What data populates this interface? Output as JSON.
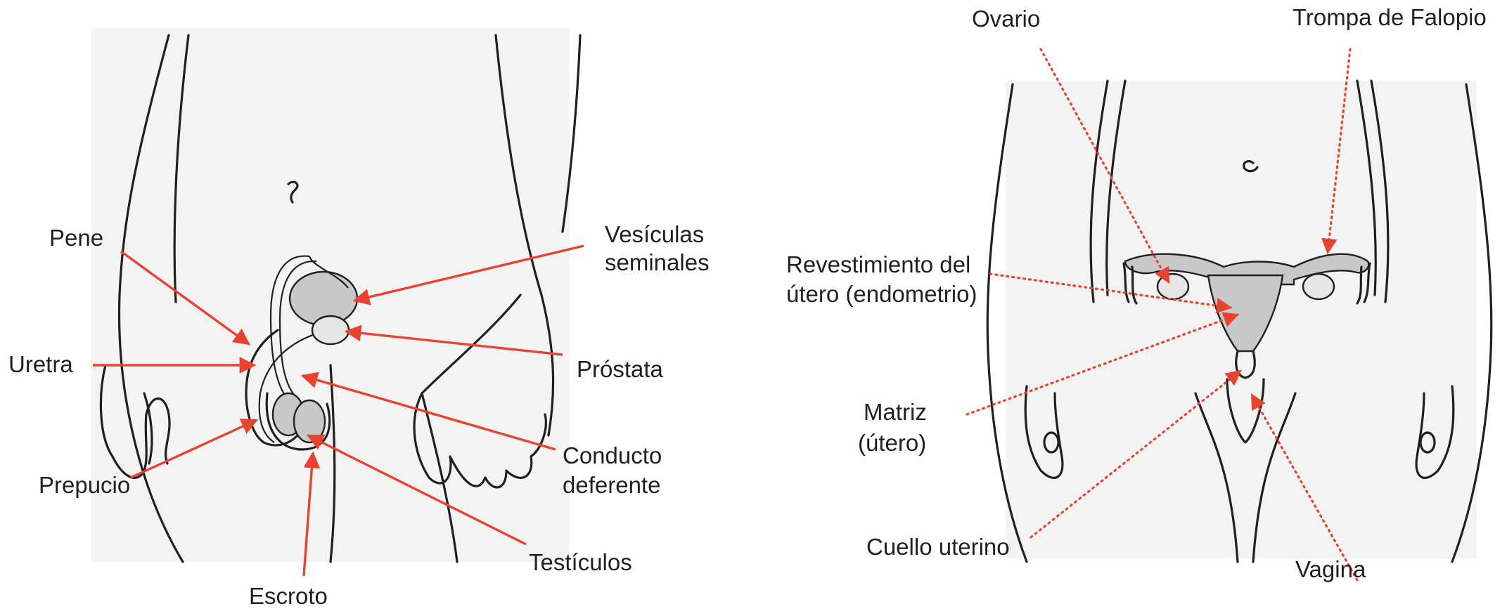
{
  "male": {
    "labels": {
      "pene": "Pene",
      "uretra": "Uretra",
      "prepucio": "Prepucio",
      "escroto": "Escroto",
      "vesiculas_line1": "Vesículas",
      "vesiculas_line2": "seminales",
      "prostata": "Próstata",
      "conducto_line1": "Conducto",
      "conducto_line2": "deferente",
      "testiculos": "Testículos"
    }
  },
  "female": {
    "labels": {
      "ovario": "Ovario",
      "trompa": "Trompa de Falopio",
      "revestimiento_line1": "Revestimiento del",
      "revestimiento_line2": "útero (endometrio)",
      "matriz_line1": "Matriz",
      "matriz_line2": "(útero)",
      "cuello": "Cuello uterino",
      "vagina": "Vagina"
    }
  },
  "colors": {
    "arrow": "#e8432f",
    "outline": "#231f20",
    "organ_fill": "#c8c8c8",
    "panel_bg": "#f3f3f3"
  }
}
